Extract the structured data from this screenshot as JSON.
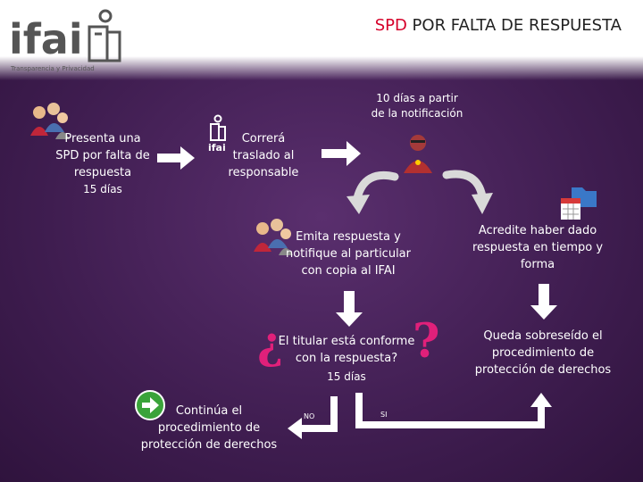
{
  "header": {
    "title_accent": "SPD",
    "title_rest": " POR FALTA DE RESPUESTA",
    "logo_word": "ifai",
    "logo_tagline": "Transparencia y Privacidad"
  },
  "steps": {
    "presenta": {
      "lines": [
        "Presenta una",
        "SPD por falta de",
        "respuesta"
      ],
      "days": "15 días"
    },
    "correra": {
      "lines": [
        "Correrá",
        "traslado al",
        "responsable"
      ],
      "icon_caption": "ifai"
    },
    "notificacion": {
      "lines": [
        "10 días a partir",
        "de la notificación"
      ]
    },
    "emita": {
      "lines": [
        "Emita respuesta y",
        "notifique al particular",
        "con copia al IFAI"
      ]
    },
    "acredite": {
      "lines": [
        "Acredite haber dado",
        "respuesta en tiempo y",
        "forma"
      ]
    },
    "pregunta": {
      "lines": [
        "El titular está conforme",
        "con la respuesta?"
      ],
      "days": "15 días",
      "q_open": "¿",
      "q_close": "?"
    },
    "sobreseido": {
      "lines": [
        "Queda sobreseído el",
        "procedimiento de",
        "protección de derechos"
      ]
    },
    "continua": {
      "lines": [
        "Continúa el",
        "procedimiento de",
        "protección de derechos"
      ]
    }
  },
  "branches": {
    "no": "NO",
    "si": "SI"
  },
  "colors": {
    "background": "#3f1d50",
    "accent_red": "#d6002a",
    "question_pink": "#e0207a",
    "arrow_white": "#ffffff",
    "arrow_grey": "#cfcfcf",
    "icon_green": "#3aa33a"
  }
}
